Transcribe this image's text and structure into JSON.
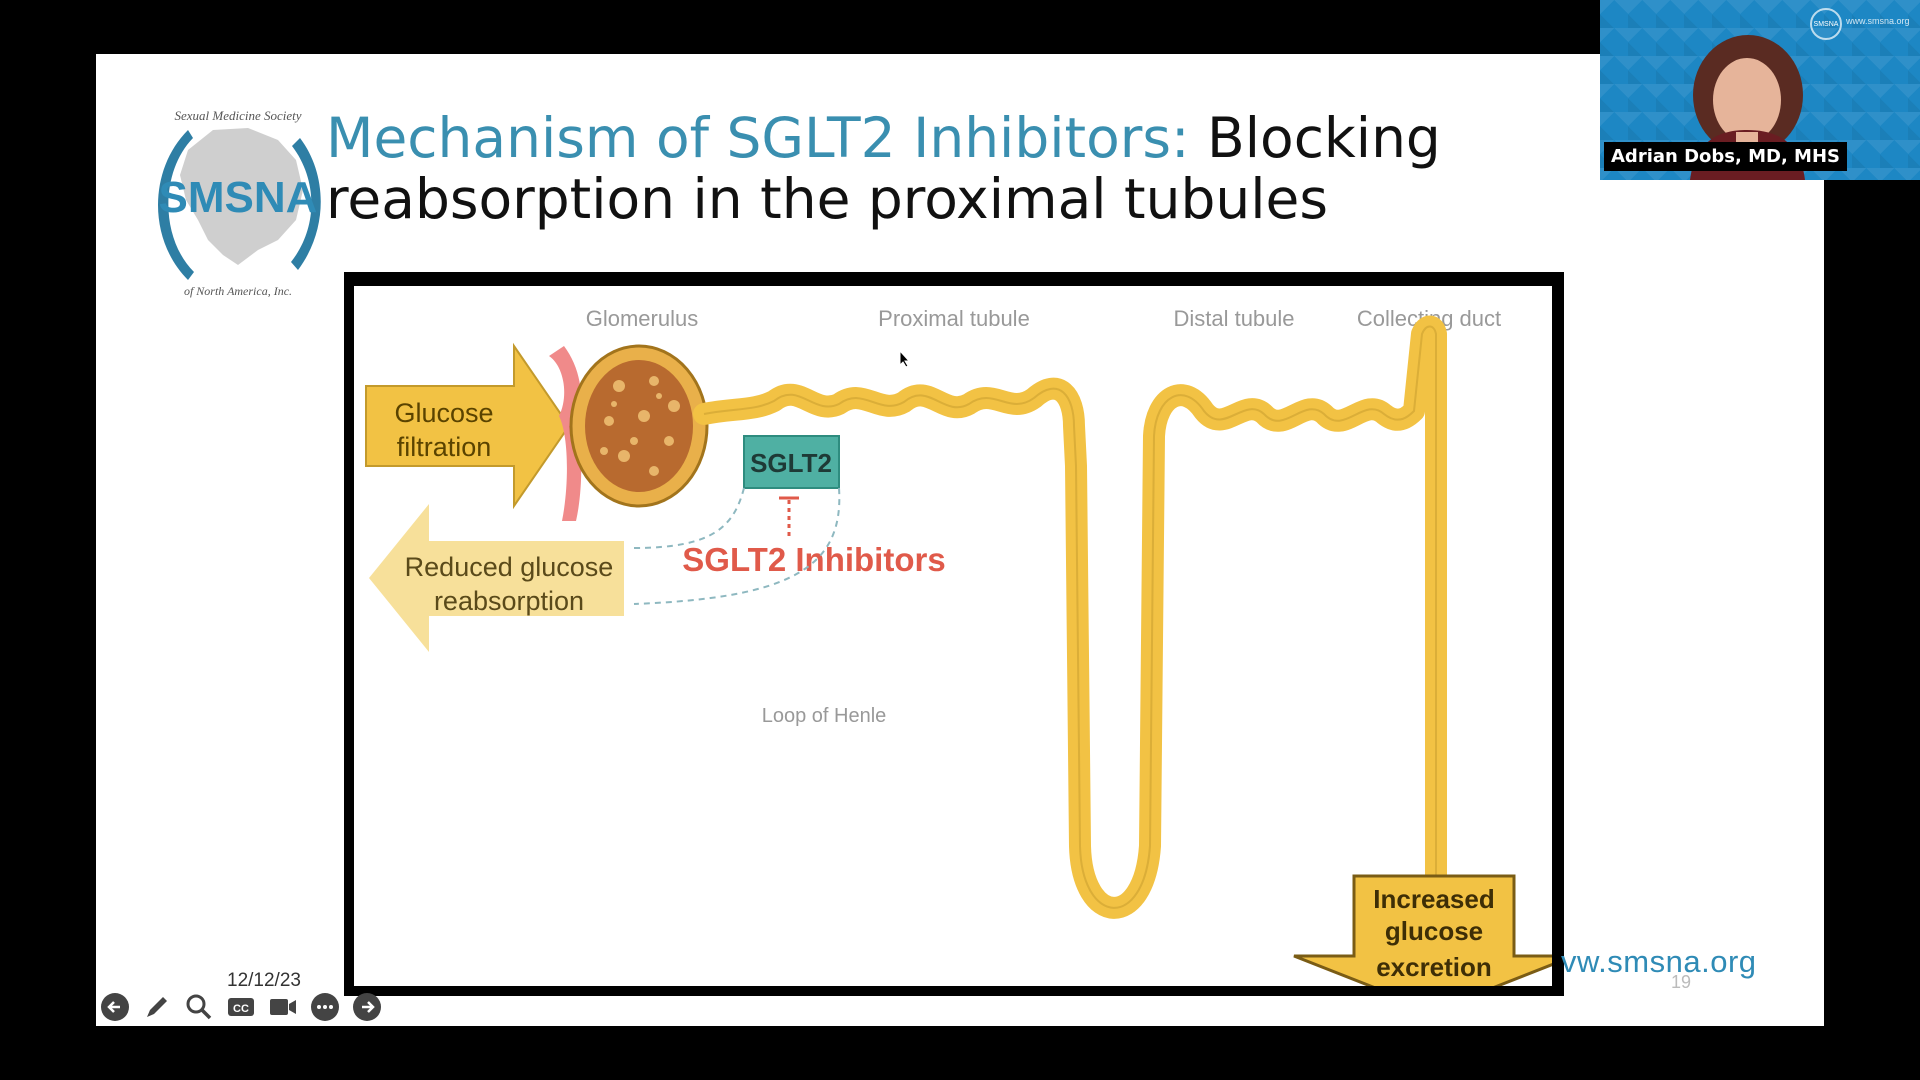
{
  "slide": {
    "title_accent": "Mechanism of SGLT2 Inhibitors:",
    "title_rest": " Blocking",
    "title_line2": "reabsorption in the proximal tubules",
    "logo": {
      "org_top": "Sexual Medicine Society",
      "abbr": "SMSNA",
      "org_bottom": "of North America, Inc."
    },
    "date": "12/12/23",
    "url": "vw.smsna.org",
    "page_number": "19"
  },
  "figure": {
    "labels": {
      "glomerulus": "Glomerulus",
      "proximal_tubule": "Proximal tubule",
      "distal_tubule": "Distal tubule",
      "collecting_duct": "Collecting duct",
      "loop_of_henle": "Loop of Henle",
      "sglt2": "SGLT2",
      "sglt2_inhibitors": "SGLT2 Inhibitors",
      "glucose_filtration_1": "Glucose",
      "glucose_filtration_2": "filtration",
      "reduced_1": "Reduced glucose",
      "reduced_2": "reabsorption",
      "increased_1": "Increased",
      "increased_2": "glucose",
      "increased_3": "excretion"
    },
    "colors": {
      "tubule": "#f2c244",
      "tubule_dark": "#c39a2c",
      "sglt2_box": "#4fb0a3",
      "inhibitor_text": "#e05a4a",
      "arrow_pale": "#f7e09a"
    }
  },
  "toolbar": {
    "buttons": [
      "arrow-left-icon",
      "pen-icon",
      "search-icon",
      "cc-icon",
      "camera-icon",
      "more-icon",
      "arrow-right-icon"
    ]
  },
  "video": {
    "speaker_name": "Adrian Dobs, MD, MHS",
    "logo_text": "SMSNA",
    "url": "www.smsna.org"
  }
}
